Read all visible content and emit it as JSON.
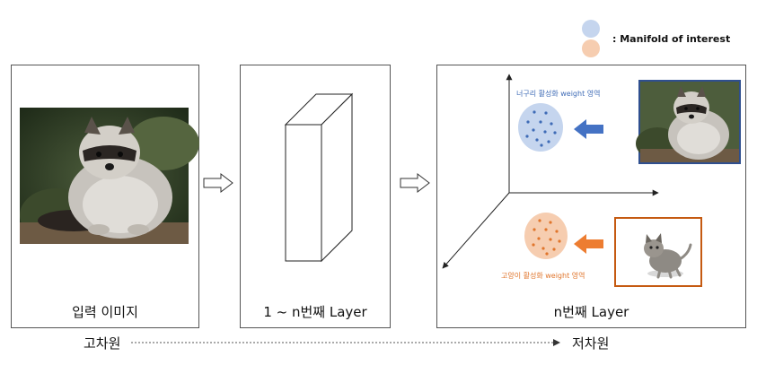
{
  "legend": {
    "label": ": Manifold of interest",
    "blue": "#c5d5ee",
    "orange": "#f6cdb0"
  },
  "panels": {
    "input": {
      "caption": "입력 이미지"
    },
    "layers": {
      "caption": "1 ~ n번째 Layer"
    },
    "output": {
      "caption": "n번째 Layer",
      "raccoon_label": "너구리 활성화 weight 영역",
      "cat_label": "고양이 활성화 weight 영역"
    }
  },
  "dimension_axis": {
    "start": "고차원",
    "end": "저차원"
  },
  "colors": {
    "blue_text": "#3e6bb6",
    "orange_text": "#e0752c",
    "blue_arrow": "#4472c4",
    "orange_arrow": "#ed7d31"
  }
}
